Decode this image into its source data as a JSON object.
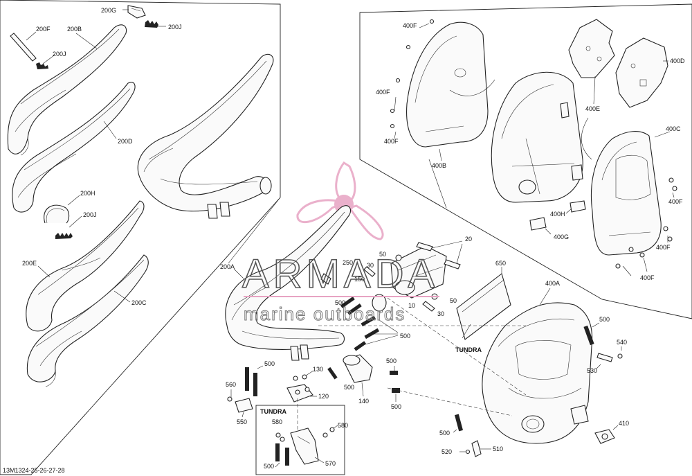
{
  "watermark": {
    "brand": "ARMADA",
    "tagline": "marine outboards",
    "logo_color": "#e7a3c2"
  },
  "labels": {
    "l200G": "200G",
    "l200J_top": "200J",
    "l200F": "200F",
    "l200B": "200B",
    "l200J_mid": "200J",
    "l200D": "200D",
    "l200H": "200H",
    "l200J_low": "200J",
    "l200E": "200E",
    "l200C": "200C",
    "l200A": "200A",
    "l400F_1": "400F",
    "l400F_2": "400F",
    "l400F_3": "400F",
    "l400B": "400B",
    "l400E": "400E",
    "l400D": "400D",
    "l400C": "400C",
    "l400F_4": "400F",
    "l400F_5": "400F",
    "l400F_6": "400F",
    "l400H": "400H",
    "l400G": "400G",
    "l400A": "400A",
    "l20": "20",
    "l250": "250",
    "l50_a": "50",
    "l30": "30",
    "l150": "150",
    "l50_b": "50",
    "l500_a": "500",
    "l10": "10",
    "l30_b": "30",
    "l650": "650",
    "l_tundra_a": "TUNDRA",
    "l500_b": "500",
    "l500_c": "500",
    "l540": "540",
    "l530": "530",
    "l500_d": "500",
    "l560": "560",
    "l550": "550",
    "l130": "130",
    "l120": "120",
    "l500_e": "500",
    "l140": "140",
    "l500_f": "500",
    "l500_g": "500",
    "l_tundra_b": "TUNDRA",
    "l580_a": "580",
    "l580_b": "580",
    "l570": "570",
    "l500_h": "500",
    "l410": "410",
    "l500_i": "500",
    "l520": "520",
    "l510": "510",
    "part_code": "13M1324-25-26-27-28"
  }
}
